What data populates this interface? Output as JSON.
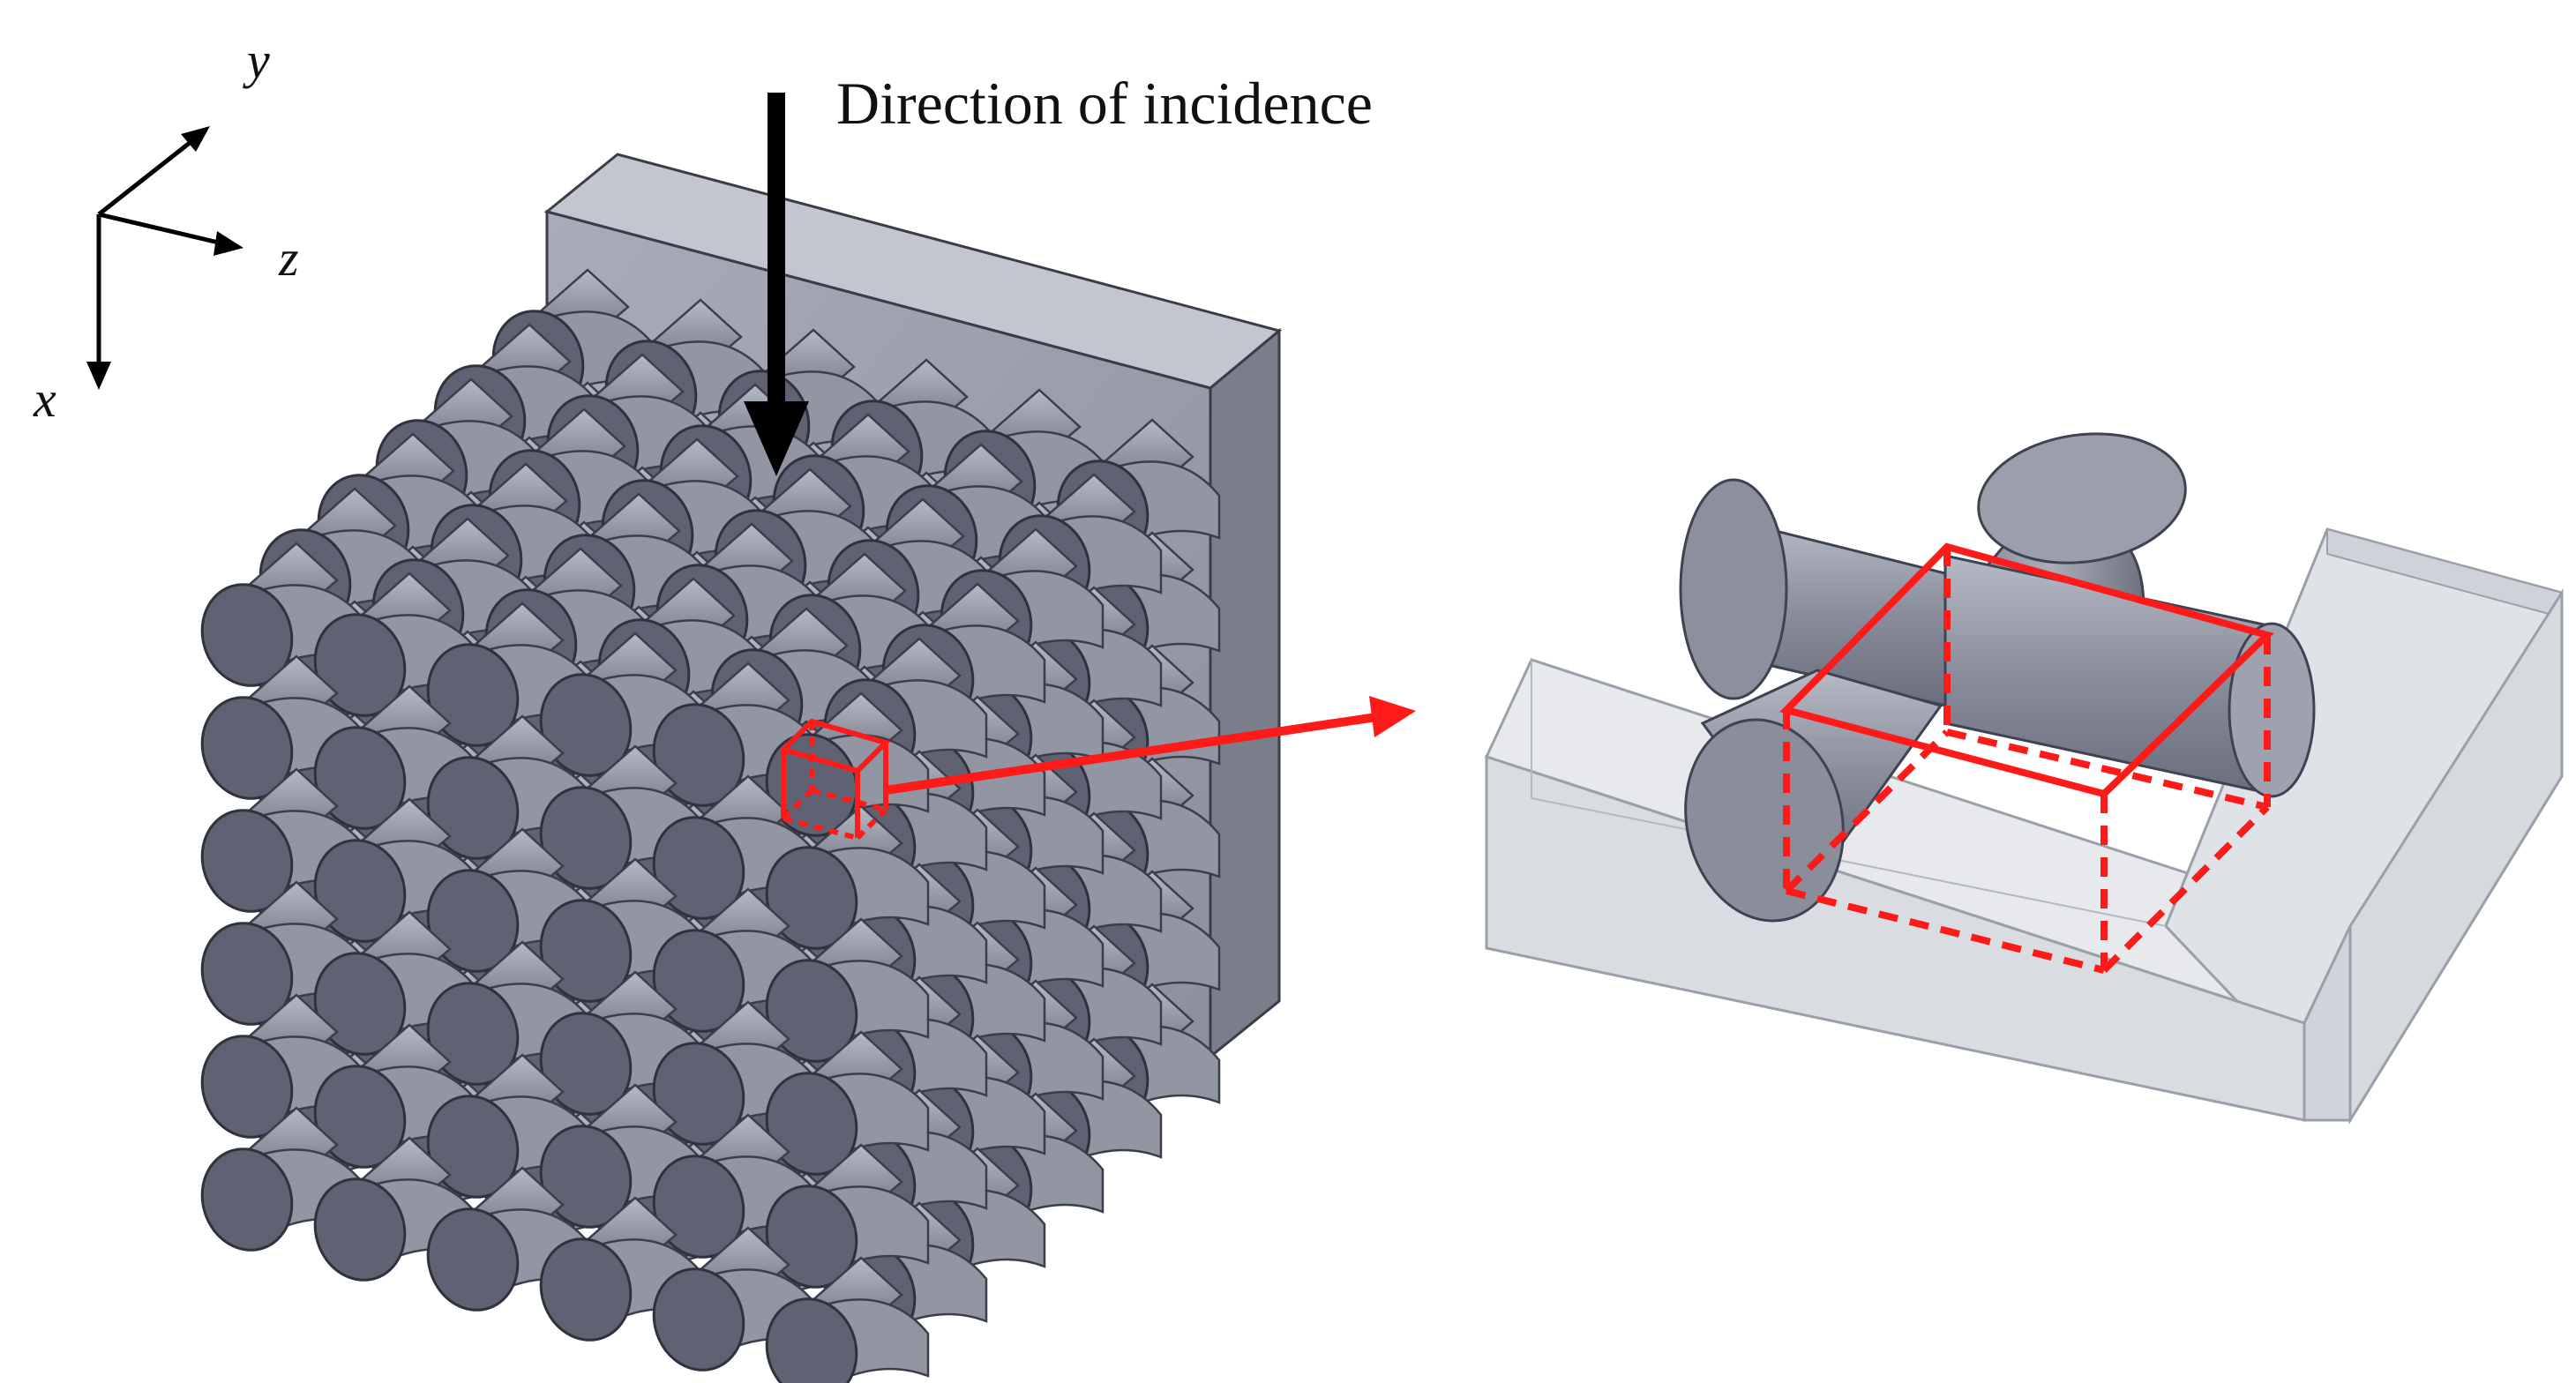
{
  "axes": {
    "x_label": "x",
    "y_label": "y",
    "z_label": "z"
  },
  "incidence": {
    "label": "Direction of incidence"
  },
  "colors": {
    "cylinder_fill": "#8a8e9c",
    "cylinder_end": "#5e6273",
    "backing_front": "#9da1ad",
    "backing_side": "#80848f",
    "backing_top": "#b9bcc6",
    "highlight": "#ff1a1a",
    "glass_fill": "#e6e8ec",
    "glass_stroke": "#9fa3aa",
    "arrow_dark": "#000000"
  },
  "lattice": {
    "rows": 6,
    "columns": 6,
    "depth_layers": 6
  },
  "icons": [
    "axis-triad-icon",
    "incidence-arrow-icon",
    "zoom-arrow-icon"
  ]
}
